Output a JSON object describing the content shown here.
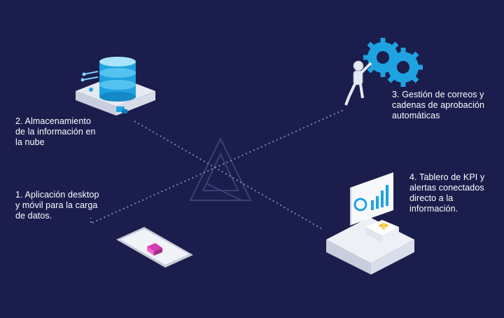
{
  "steps": [
    {
      "id": "1",
      "text": "1. Aplicación desktop\ny móvil para la carga\nde datos."
    },
    {
      "id": "2",
      "text": "2.  Almacenamiento\nde la información en\nla nube"
    },
    {
      "id": "3",
      "text": "3. Gestión de correos y\ncadenas de aprobación\nautomáticas"
    },
    {
      "id": "4",
      "text": "4. Tablero de KPI y\nalertas conectados\ndirecto a la\ninformación."
    }
  ],
  "icons": {
    "phone": "smartphone-icon",
    "database": "cloud-database-icon",
    "robot": "robot-gears-icon",
    "dashboard": "kpi-dashboard-icon",
    "center": "triangle-logo-icon"
  },
  "colors": {
    "background": "#1b1d4d",
    "connector": "#7d86b0",
    "accent_blue": "#1fa2e0",
    "accent_pink": "#d63ab4",
    "accent_yellow": "#f1c232",
    "platform": "#eef0f5"
  }
}
